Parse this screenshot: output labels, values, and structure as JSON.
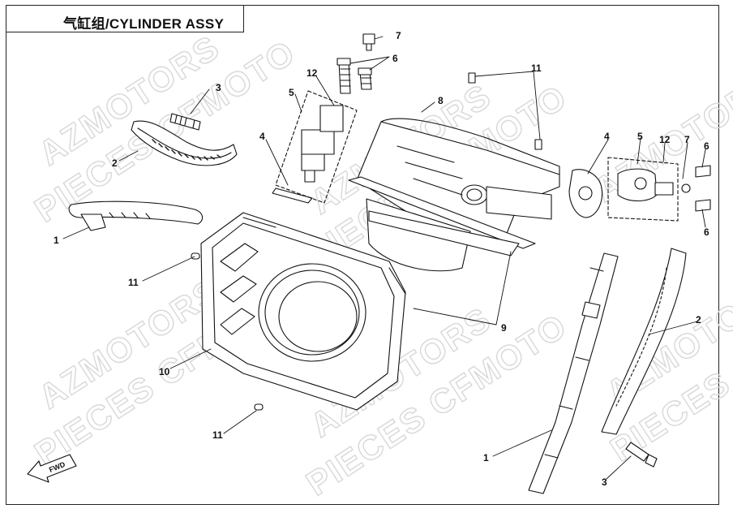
{
  "title": "气缸组/CYLINDER ASSY",
  "watermarks": [
    "AZMOTORS",
    "PIECES CFMOTO"
  ],
  "direction_marker": "FWD",
  "callouts": {
    "c1a": "1",
    "c1b": "1",
    "c2a": "2",
    "c2b": "2",
    "c3a": "3",
    "c3b": "3",
    "c4a": "4",
    "c4b": "4",
    "c5a": "5",
    "c5b": "5",
    "c6a": "6",
    "c6b": "6",
    "c6c": "6",
    "c7a": "7",
    "c7b": "7",
    "c8": "8",
    "c9": "9",
    "c10": "10",
    "c11a": "11",
    "c11b": "11",
    "c11c": "11",
    "c12a": "12",
    "c12b": "12"
  },
  "colors": {
    "line": "#111111",
    "watermark": "#d8d8d8"
  }
}
